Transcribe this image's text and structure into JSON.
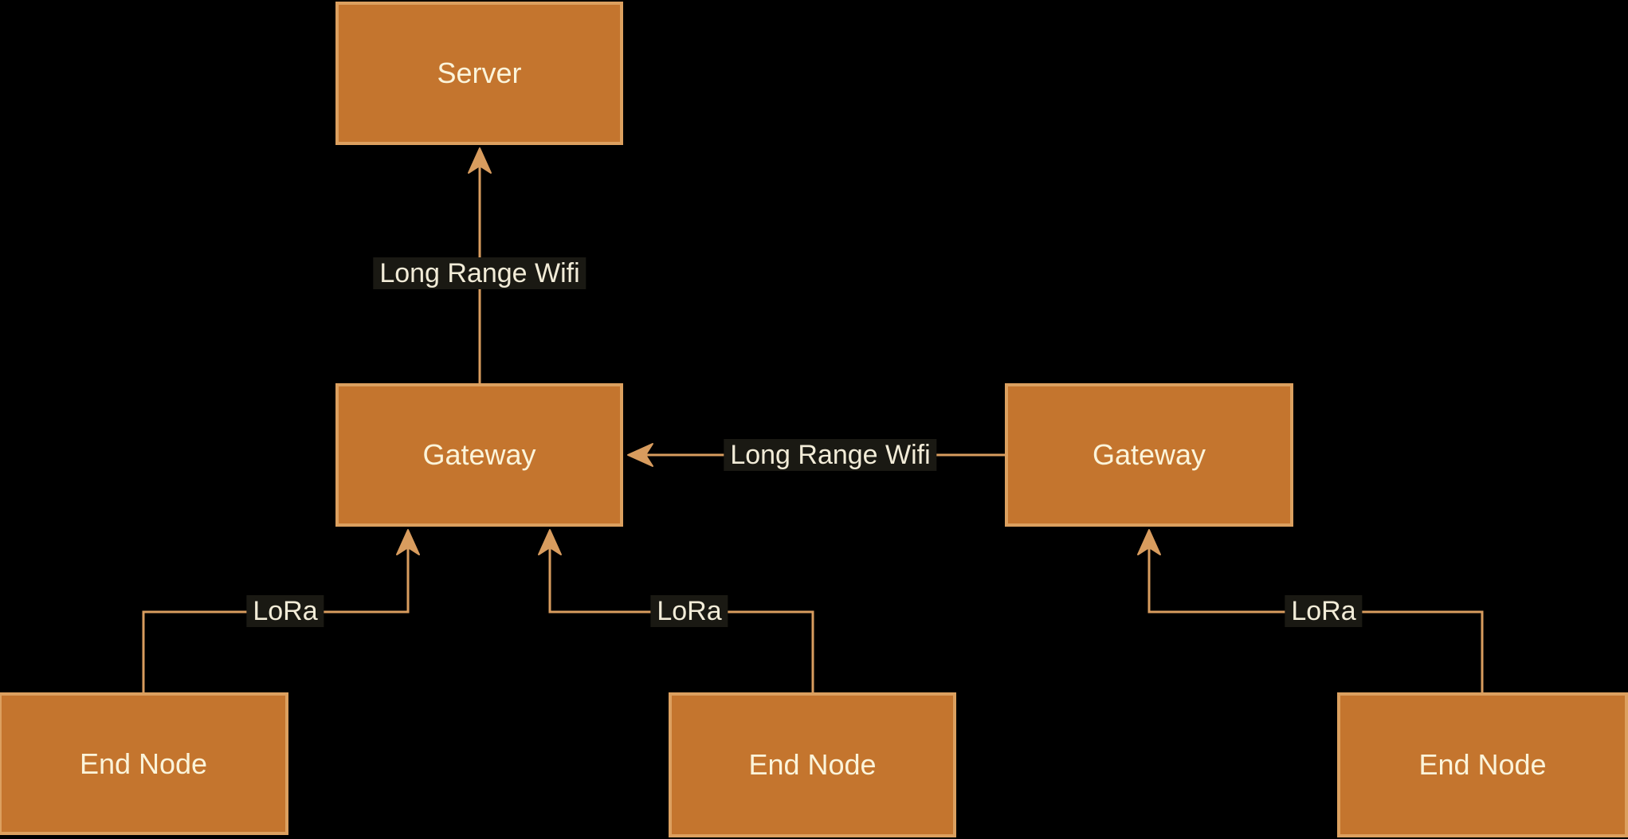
{
  "diagram": {
    "title": "LoRa network architecture diagram",
    "colors": {
      "bg": "#000000",
      "node-fill": "#C4752E",
      "node-border": "#DCA05F",
      "line": "#D89C5E",
      "node-text": "#FBF4DA",
      "label-text": "#F2ECD8",
      "label-bg": "#1A1913"
    },
    "nodes": [
      {
        "id": "server",
        "label": "Server"
      },
      {
        "id": "gateway-left",
        "label": "Gateway"
      },
      {
        "id": "gateway-right",
        "label": "Gateway"
      },
      {
        "id": "endnode-left",
        "label": "End Node"
      },
      {
        "id": "endnode-mid",
        "label": "End Node"
      },
      {
        "id": "endnode-right",
        "label": "End Node"
      }
    ],
    "edges": [
      {
        "id": "gwl-server",
        "label": "Long Range Wifi",
        "from": "Gateway (left)",
        "to": "Server",
        "arrow": "up"
      },
      {
        "id": "gwr-gwl",
        "label": "Long Range Wifi",
        "from": "Gateway (right)",
        "to": "Gateway (left)",
        "arrow": "left"
      },
      {
        "id": "enl-gwl",
        "label": "LoRa",
        "from": "End Node (left)",
        "to": "Gateway (left)",
        "arrow": "up"
      },
      {
        "id": "enm-gwl",
        "label": "LoRa",
        "from": "End Node (middle)",
        "to": "Gateway (left)",
        "arrow": "up"
      },
      {
        "id": "enr-gwr",
        "label": "LoRa",
        "from": "End Node (right)",
        "to": "Gateway (right)",
        "arrow": "up"
      }
    ]
  }
}
